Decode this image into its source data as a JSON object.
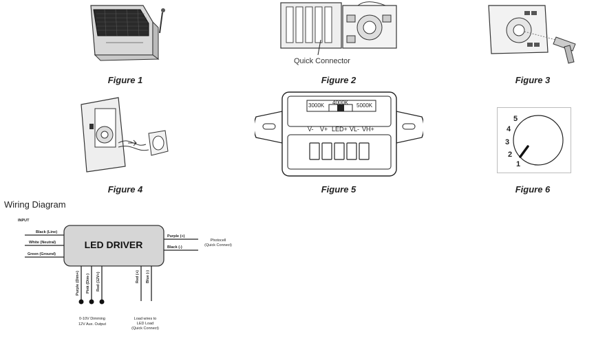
{
  "figures": [
    {
      "caption": "Figure 1"
    },
    {
      "caption": "Figure 2",
      "callout": "Quick Connector"
    },
    {
      "caption": "Figure 3"
    },
    {
      "caption": "Figure 4"
    },
    {
      "caption": "Figure 5",
      "cct_options": [
        "3000K",
        "4000K",
        "5000K"
      ],
      "terminals": [
        "V-",
        "V+",
        "LED+",
        "VL-",
        "VH+"
      ]
    },
    {
      "caption": "Figure 6",
      "dial_numbers": [
        "1",
        "2",
        "3",
        "4",
        "5"
      ]
    }
  ],
  "wiring": {
    "title": "Wiring Diagram",
    "input_label": "INPUT",
    "driver_label": "LED DRIVER",
    "left_wires": [
      "Black (Line)",
      "White (Neutral)",
      "Green (Ground)"
    ],
    "right_wires": [
      "Purple (+)",
      "Black (-)"
    ],
    "photocell_label": [
      "Photocell",
      "(Quick Connect)"
    ],
    "bottom_left_wires": [
      "Purple (Dim+)",
      "Pink (Dim-)",
      "Red (12V+)"
    ],
    "bottom_right_wires": [
      "Red (+)",
      "Blue (-)"
    ],
    "dimming_label": [
      "0-10V Dimming",
      "12V Aux. Output"
    ],
    "load_label": [
      "Load wires to",
      "LED Load",
      "(Quick Connect)"
    ]
  }
}
